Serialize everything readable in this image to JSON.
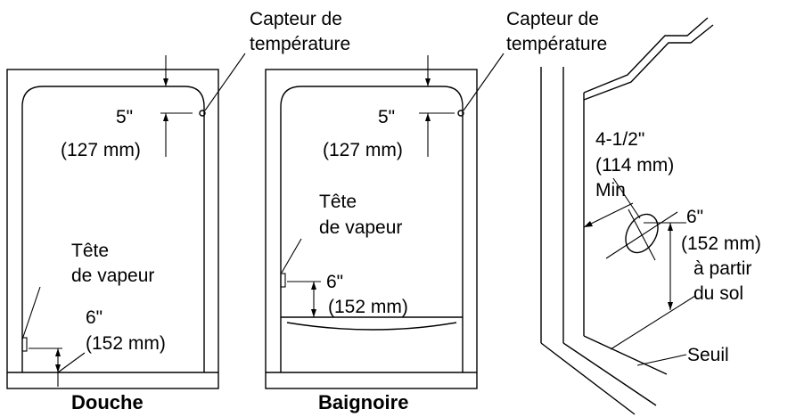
{
  "shower": {
    "sensor_label_1": "Capteur de",
    "sensor_label_2": "température",
    "sensor_dim_1": "5\"",
    "sensor_dim_2": "(127 mm)",
    "head_label_1": "Tête",
    "head_label_2": "de vapeur",
    "head_dim_1": "6\"",
    "head_dim_2": "(152 mm)",
    "caption": "Douche"
  },
  "bath": {
    "sensor_label_1": "Capteur de",
    "sensor_label_2": "température",
    "sensor_dim_1": "5\"",
    "sensor_dim_2": "(127 mm)",
    "head_label_1": "Tête",
    "head_label_2": "de vapeur",
    "head_dim_1": "6\"",
    "head_dim_2": "(152 mm)",
    "caption": "Baignoire"
  },
  "corner": {
    "min_dim_1": "4-1/2\"",
    "min_dim_2": "(114 mm)",
    "min_dim_3": "Min",
    "height_dim_1": "6\"",
    "height_dim_2": "(152 mm)",
    "height_dim_3": "à partir",
    "height_dim_4": "du sol",
    "sill_label": "Seuil"
  }
}
